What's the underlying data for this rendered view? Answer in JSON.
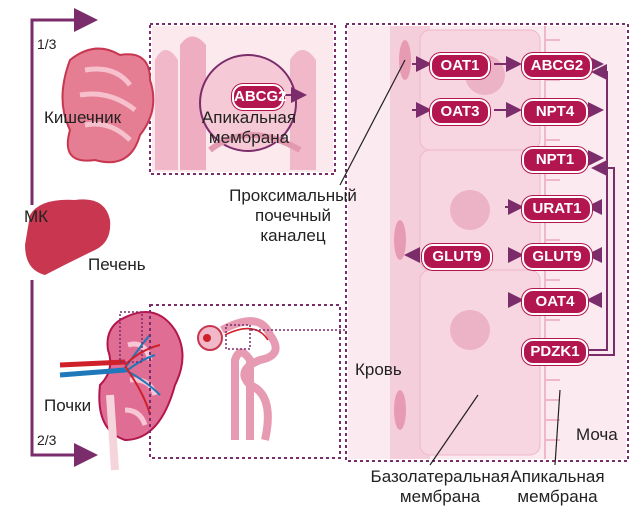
{
  "labels": {
    "intestine": "Кишечник",
    "apical_intestine": "Апикальная\nмембрана",
    "proximal_tubule": "Проксимальный\nпочечный\nканалец",
    "uric_acid": "МК",
    "liver": "Печень",
    "kidneys": "Почки",
    "blood": "Кровь",
    "urine": "Моча",
    "basolateral": "Базолатеральная\nмембрана",
    "apical_kidney": "Апикальная\nмембрана",
    "fraction_intestine": "1/3",
    "fraction_kidney": "2/3"
  },
  "transporters": {
    "intestine_abcg2": "ABCG2",
    "oat1": "OAT1",
    "oat3": "OAT3",
    "glut9_baso": "GLUT9",
    "abcg2": "ABCG2",
    "npt4": "NPT4",
    "npt1": "NPT1",
    "urat1": "URAT1",
    "glut9_apical": "GLUT9",
    "oat4": "OAT4",
    "pdzk1": "PDZK1"
  },
  "colors": {
    "transporter": "#b3164e",
    "arrow": "#7b2d6b",
    "tissue": "#f2c7d3",
    "organ": "#c8374f"
  }
}
